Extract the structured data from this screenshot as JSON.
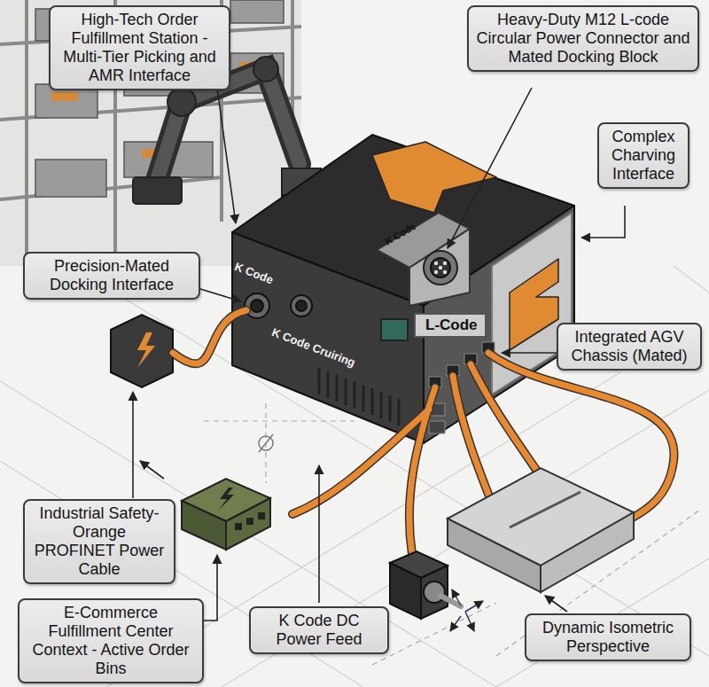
{
  "diagram": {
    "nodes": [
      {
        "text": [
          "High-Tech Order Fulfillment Station - Multi-Tier Picking and AMR Interface"
        ]
      },
      {
        "text": [
          "Heavy-Duty M12 L-code Circular Power Connector and Mated Docking Block"
        ]
      },
      {
        "text": [
          "Complex Charving Interface"
        ]
      },
      {
        "text": [
          "Precision-Mated Docking Interface"
        ]
      },
      {
        "text": [
          "Integrated AGV Chassis (Mated)"
        ]
      },
      {
        "text": [
          "Industrial Safety-Orange PROFINET Power Cable"
        ]
      },
      {
        "text": [
          "E-Commerce Fulfillment Center Context - Active Order Bins"
        ]
      },
      {
        "text": [
          "K Code DC Power Feed"
        ]
      },
      {
        "text": [
          "Dynamic Isometric Perspective"
        ]
      }
    ],
    "labels": [
      "K Code",
      "L-Code",
      "K Code",
      "K Code Cruiring"
    ]
  }
}
